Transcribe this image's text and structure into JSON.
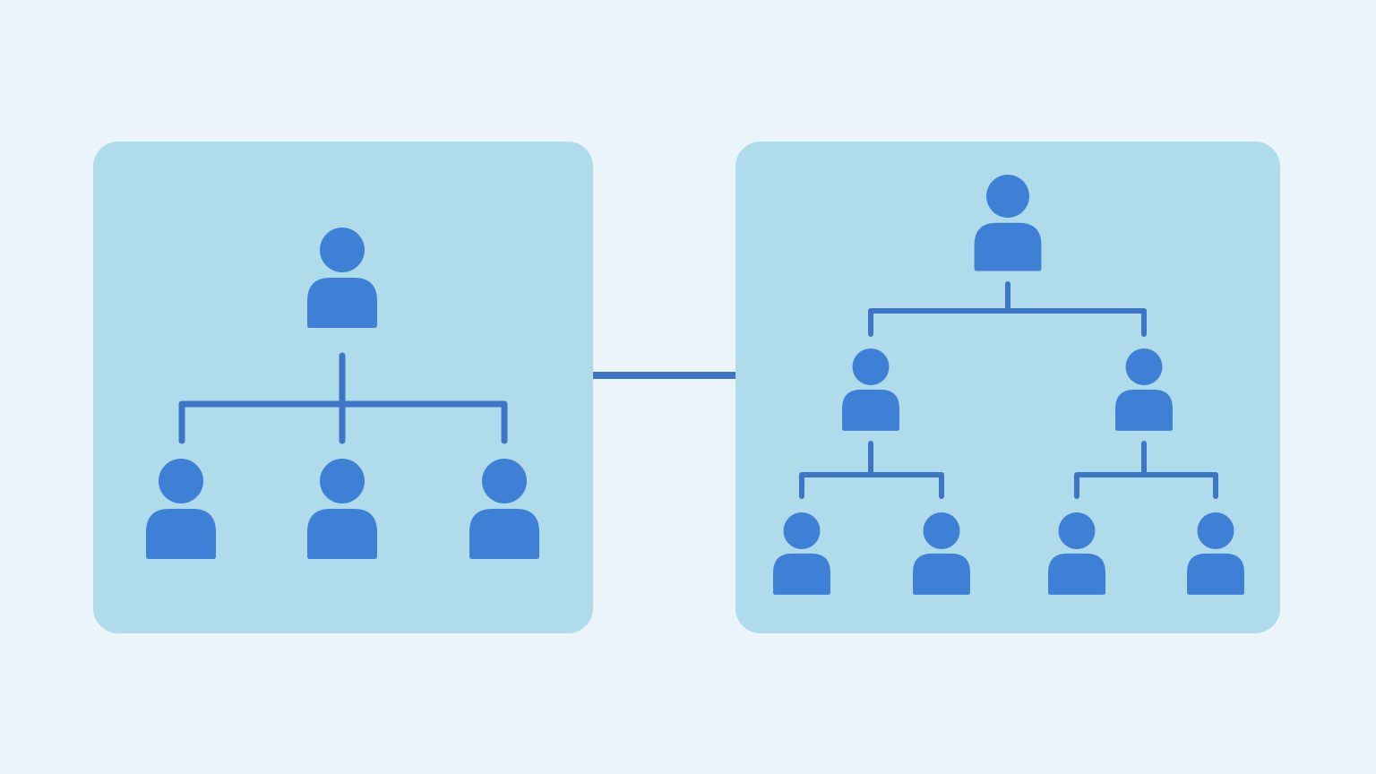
{
  "colors": {
    "background": "#ebf3fb",
    "panel": "#b0dbea",
    "accent": "#3f80d7",
    "line": "#3d76c6"
  },
  "diagram": {
    "left_panel": {
      "structure": "flat",
      "root": {
        "icon": "person-icon",
        "children": [
          {
            "icon": "person-icon"
          },
          {
            "icon": "person-icon"
          },
          {
            "icon": "person-icon"
          }
        ]
      }
    },
    "connector": {
      "from": "left_panel",
      "to": "right_panel"
    },
    "right_panel": {
      "structure": "hierarchical",
      "root": {
        "icon": "person-icon",
        "children": [
          {
            "icon": "person-icon",
            "children": [
              {
                "icon": "person-icon"
              },
              {
                "icon": "person-icon"
              }
            ]
          },
          {
            "icon": "person-icon",
            "children": [
              {
                "icon": "person-icon"
              },
              {
                "icon": "person-icon"
              }
            ]
          }
        ]
      }
    }
  }
}
